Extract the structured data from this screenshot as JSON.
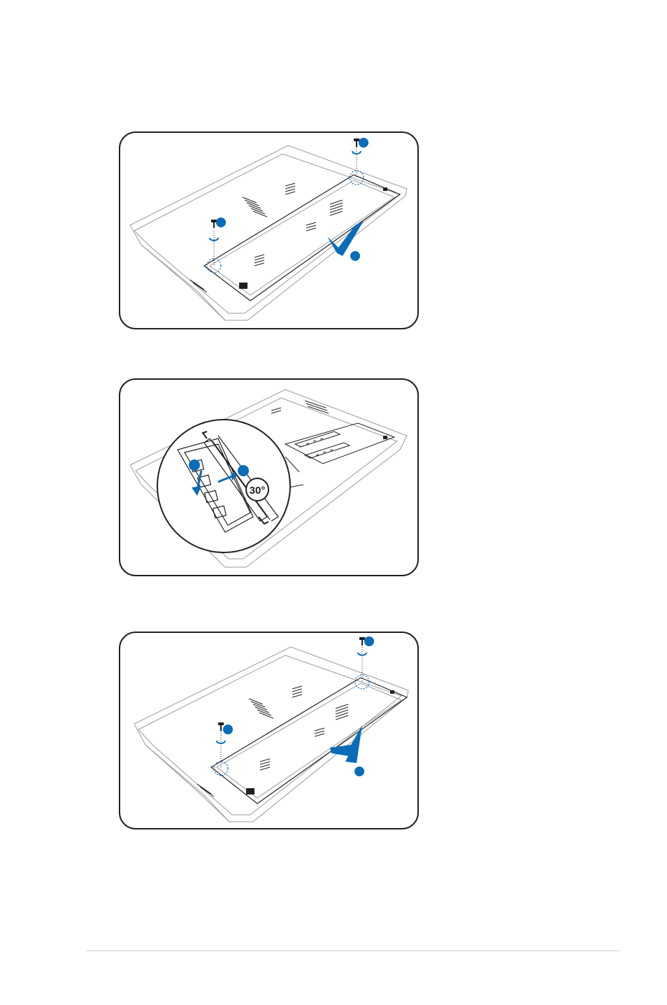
{
  "figures": [
    {
      "id": "remove-cover",
      "callouts": [
        "",
        "",
        ""
      ]
    },
    {
      "id": "remove-memory",
      "callouts": [
        "",
        ""
      ],
      "angle_label": "30°"
    },
    {
      "id": "replace-cover",
      "callouts": [
        "",
        "",
        ""
      ]
    }
  ],
  "colors": {
    "accent": "#0a6cb8",
    "outline": "#231f20",
    "line": "#9a9a9a"
  }
}
